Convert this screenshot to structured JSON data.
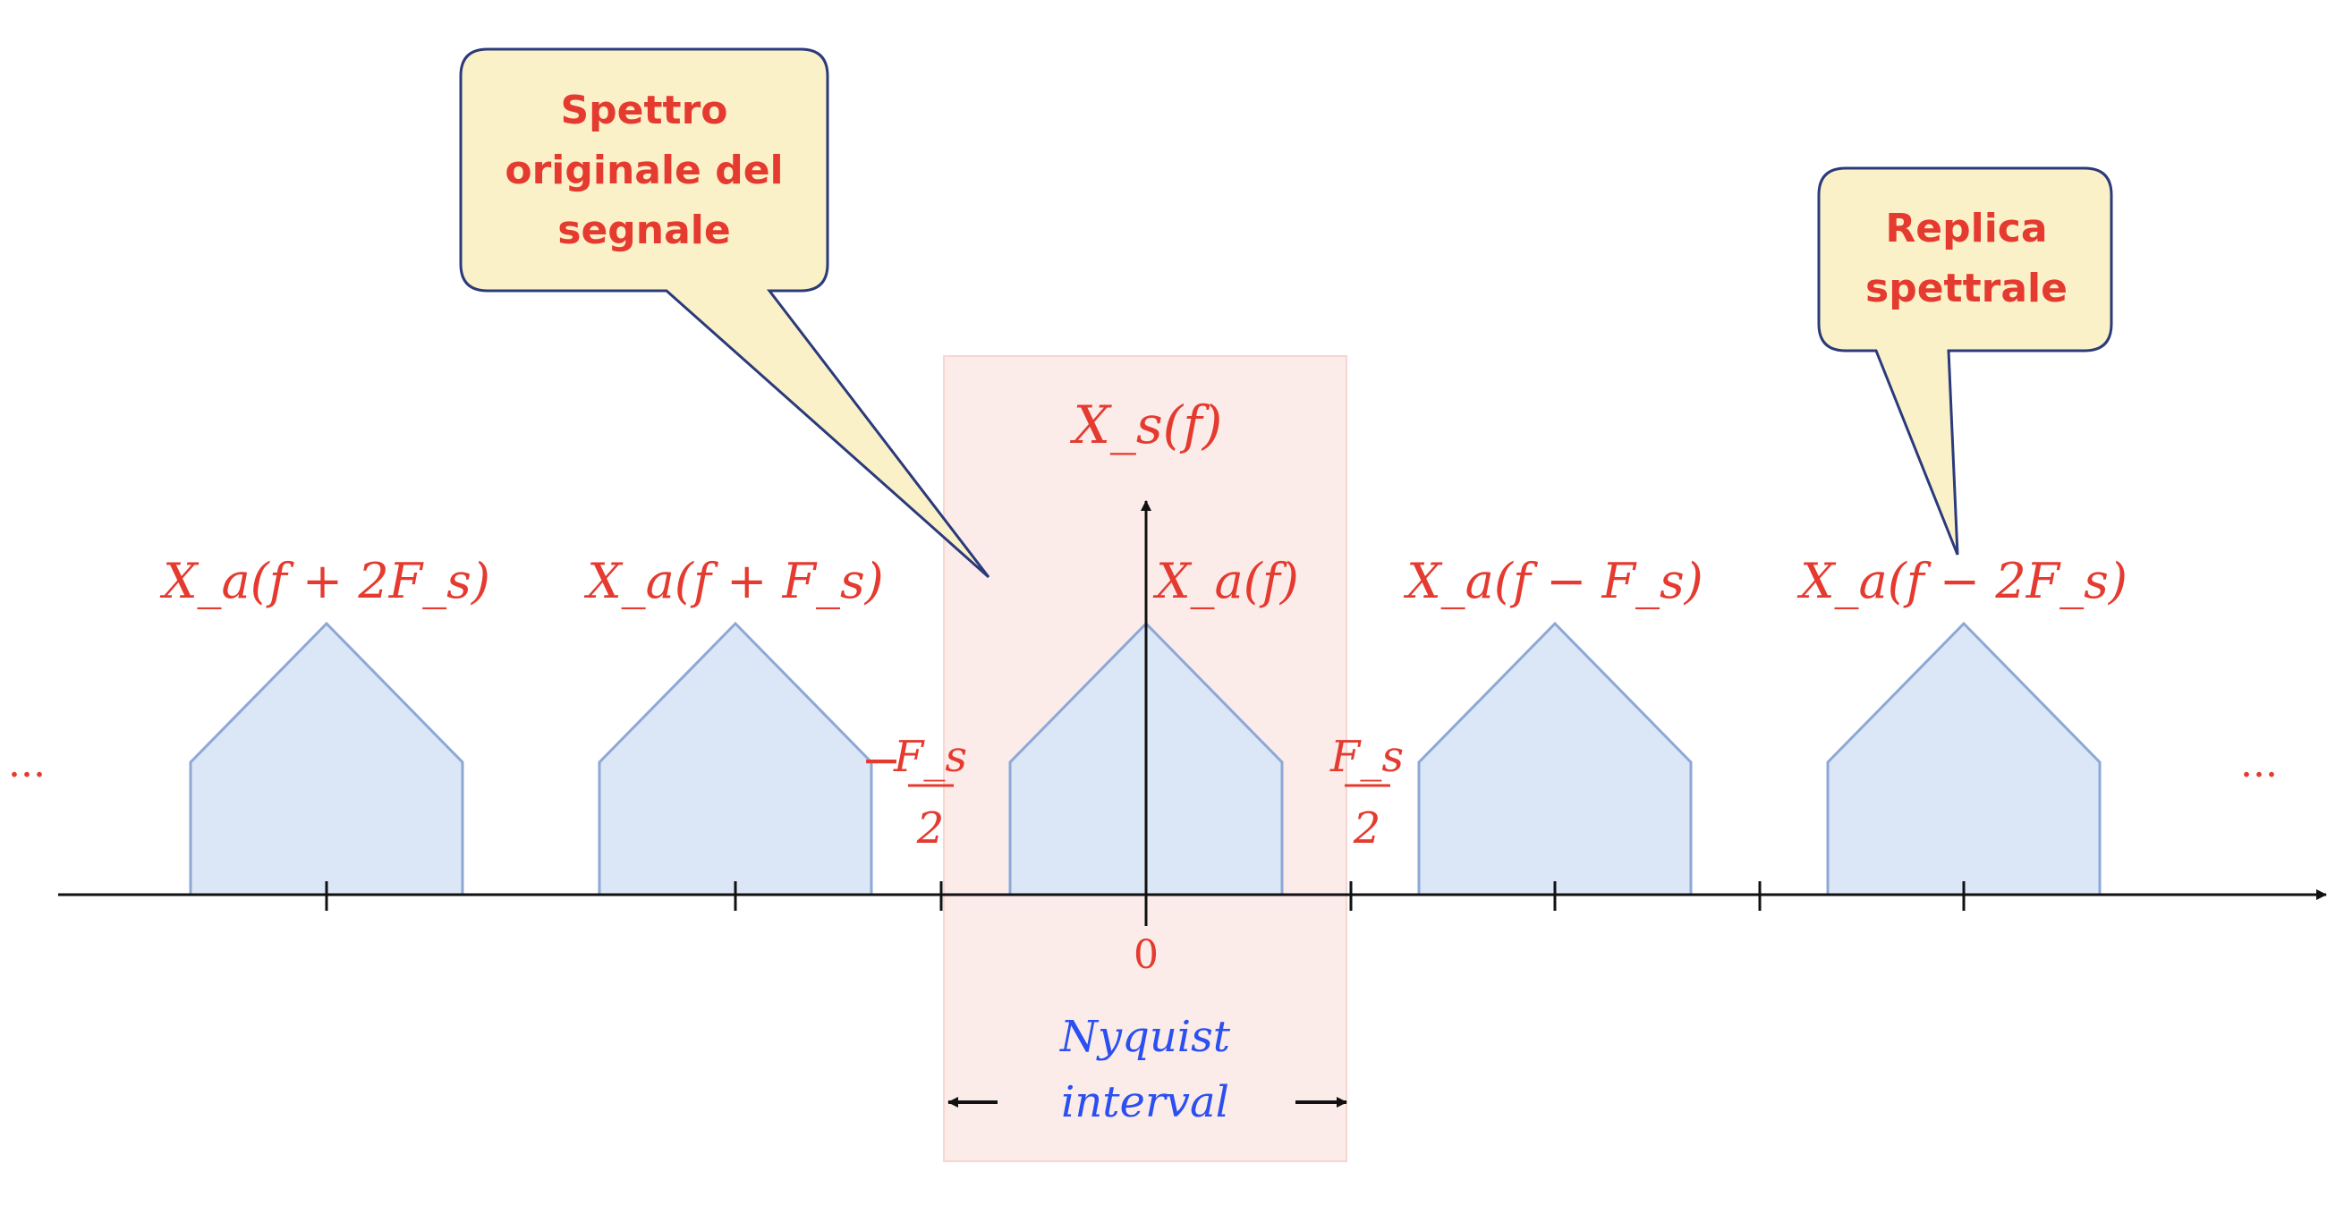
{
  "axis": {
    "ylabel": "X_s(f)",
    "origin_label": "0",
    "left_ellipsis": "...",
    "right_ellipsis": "...",
    "neg_half_fs": {
      "sign": "−",
      "num": "F_s",
      "den": "2"
    },
    "pos_half_fs": {
      "num": "F_s",
      "den": "2"
    }
  },
  "spectra": [
    {
      "label": "X_a(f + 2F_s)"
    },
    {
      "label": "X_a(f + F_s)"
    },
    {
      "label": "X_a(f)"
    },
    {
      "label": "X_a(f − F_s)"
    },
    {
      "label": "X_a(f − 2F_s)"
    }
  ],
  "callouts": {
    "original": {
      "lines": [
        "Spettro",
        "originale del",
        "segnale"
      ]
    },
    "replica": {
      "lines": [
        "Replica",
        "spettrale"
      ]
    }
  },
  "nyquist": {
    "lines": [
      "Nyquist",
      "interval"
    ],
    "arrow_left": "←",
    "arrow_right": "→"
  },
  "colors": {
    "spectrum_fill": "#dbe6f7",
    "spectrum_stroke": "#8ea8d6",
    "label_red": "#e53a2f",
    "nyquist_blue": "#2b4ff0",
    "nyquist_band": "#fbecea",
    "callout_fill": "#fbf1c9",
    "callout_stroke": "#2b3a7a"
  }
}
